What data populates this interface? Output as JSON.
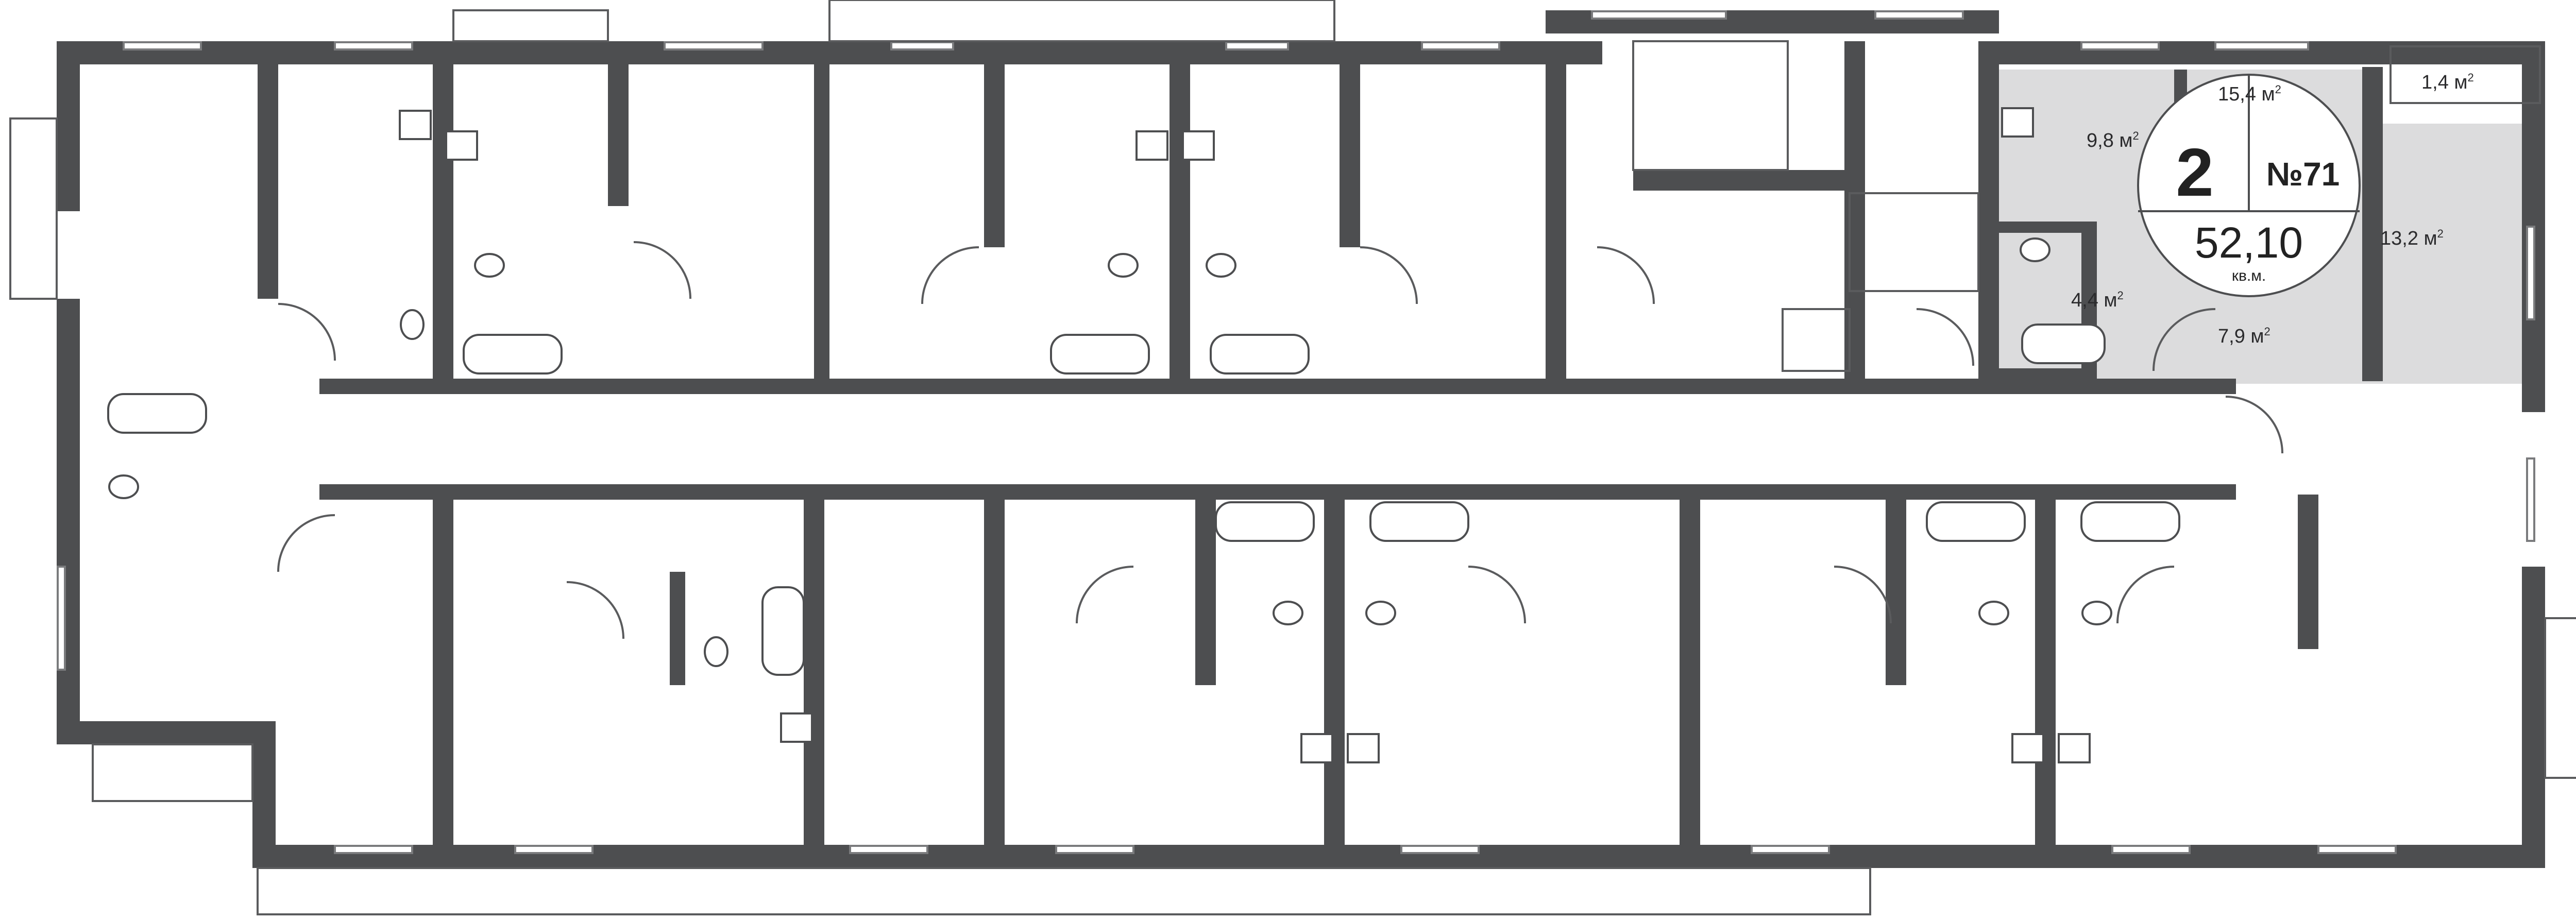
{
  "apartment": {
    "rooms": "2",
    "number": "№71",
    "area": "52,10",
    "area_unit": "кв.м."
  },
  "room_areas": [
    {
      "value": "15,4 м",
      "sup": "2"
    },
    {
      "value": "1,4 м",
      "sup": "2"
    },
    {
      "value": "9,8 м",
      "sup": "2"
    },
    {
      "value": "13,2 м",
      "sup": "2"
    },
    {
      "value": "4,4 м",
      "sup": "2"
    },
    {
      "value": "7,9 м",
      "sup": "2"
    }
  ],
  "colors": {
    "wall": "#4d4e50",
    "highlight": "#dcdcdd",
    "background": "#ffffff"
  }
}
